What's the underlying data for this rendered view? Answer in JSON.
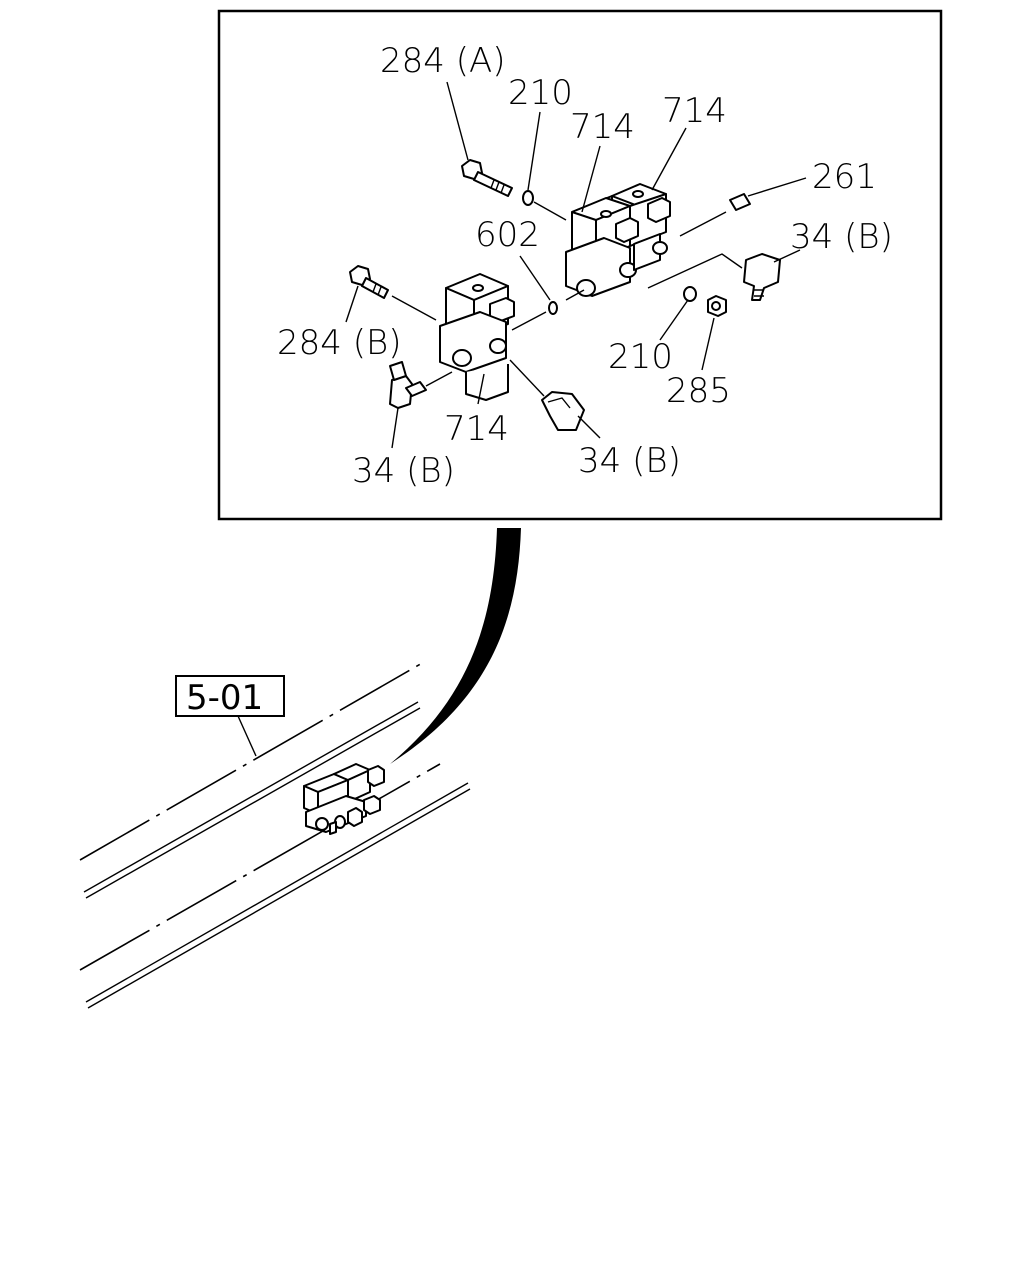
{
  "diagram": {
    "reference_box": "5-01",
    "callouts": {
      "c284a": "284 (A)",
      "c210_top": "210",
      "c714_a": "714",
      "c714_b": "714",
      "c261": "261",
      "c602": "602",
      "c34b_right": "34 (B)",
      "c284b": "284 (B)",
      "c210_bottom": "210",
      "c285": "285",
      "c714_c": "714",
      "c34b_left": "34 (B)",
      "c34b_mid": "34 (B)"
    }
  }
}
